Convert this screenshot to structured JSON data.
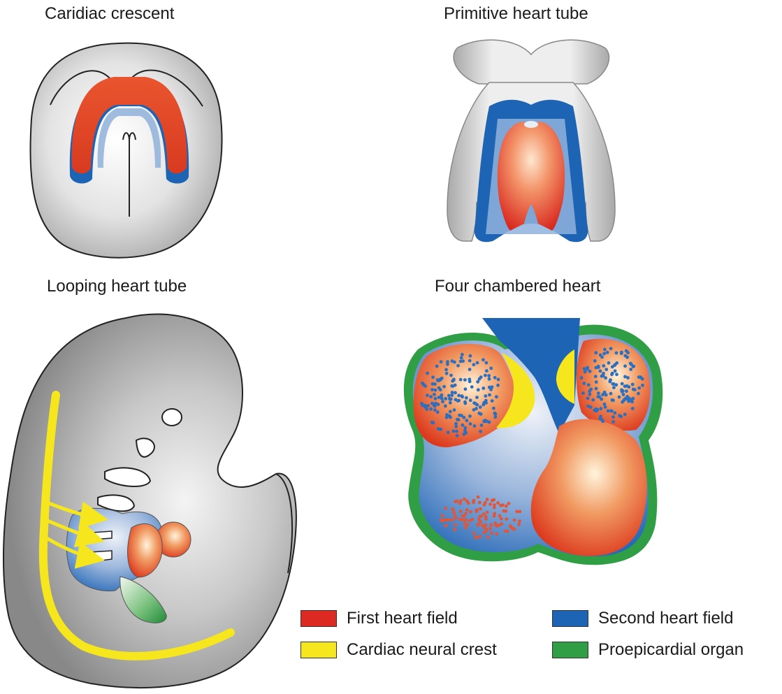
{
  "panels": {
    "cardiac_crescent": "Caridiac crescent",
    "primitive_heart_tube": "Primitive heart tube",
    "looping_heart_tube": "Looping heart tube",
    "four_chambered_heart": "Four chambered heart"
  },
  "legend": [
    {
      "label": "First heart field",
      "color": "#dc2a22"
    },
    {
      "label": "Second heart field",
      "color": "#1e64b4"
    },
    {
      "label": "Cardiac neural crest",
      "color": "#f5e61e"
    },
    {
      "label": "Proepicardial organ",
      "color": "#2f9e44"
    }
  ],
  "colors": {
    "embryo_gray": "#a8a8a8",
    "first_heart_field": "#dc2a22",
    "second_heart_field": "#1e64b4",
    "neural_crest": "#f5e61e",
    "proepicardial": "#2f9e44"
  }
}
